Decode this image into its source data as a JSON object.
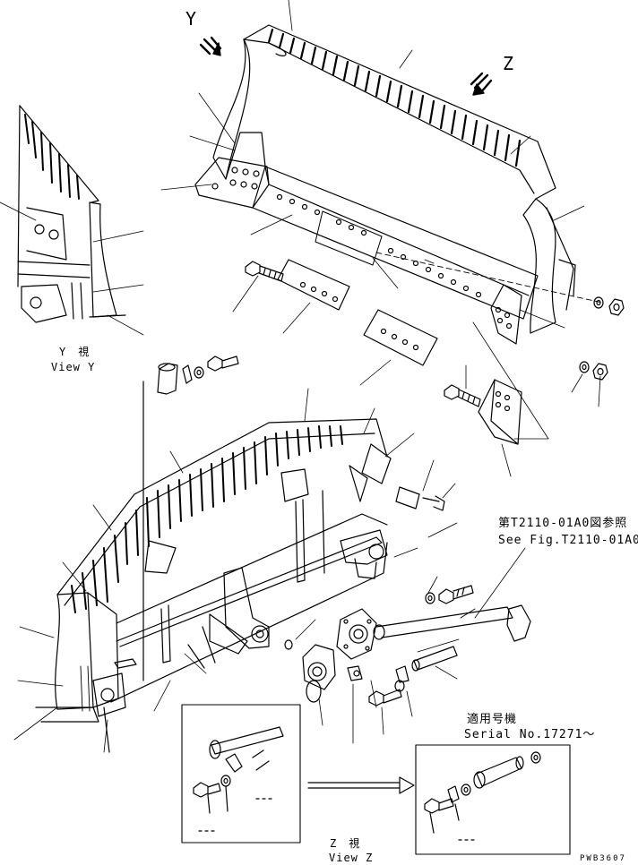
{
  "view_markers": {
    "y": "Y",
    "z": "Z"
  },
  "captions": {
    "view_y_jp": "Y　視",
    "view_y_en": "View Y",
    "view_z_jp": "Z　視",
    "view_z_en": "View Z"
  },
  "references": {
    "see_fig_jp": "第T2110-01A0図参照",
    "see_fig_en": "See Fig.T2110-01A0"
  },
  "serial": {
    "label_jp": "適用号機",
    "label_en": "Serial No.17271〜"
  },
  "sheet_code": "PWB3607"
}
